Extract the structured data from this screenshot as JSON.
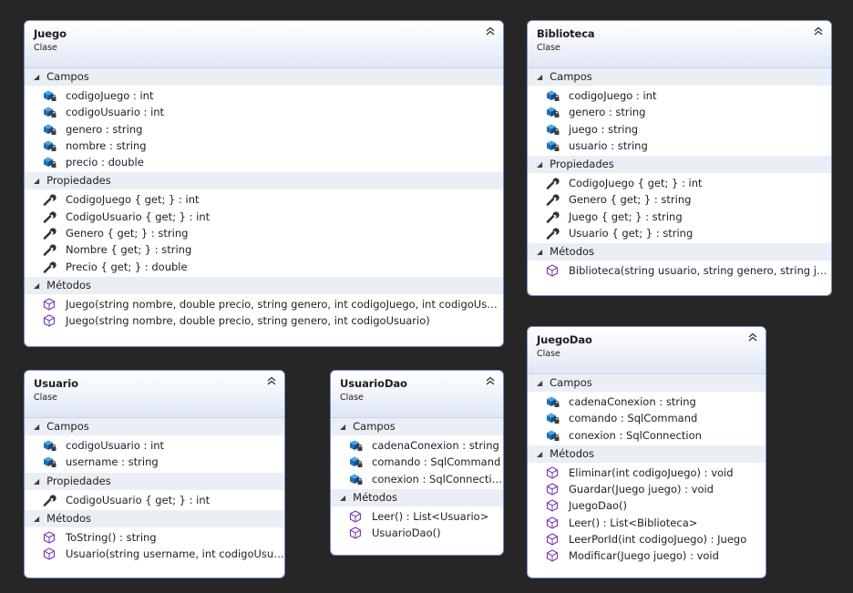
{
  "classes": {
    "juego": {
      "name": "Juego",
      "kind": "Clase",
      "sections": {
        "campos": {
          "label": "Campos",
          "items": [
            "codigoJuego : int",
            "codigoUsuario : int",
            "genero : string",
            "nombre : string",
            "precio : double"
          ]
        },
        "propiedades": {
          "label": "Propiedades",
          "items": [
            "CodigoJuego { get; } : int",
            "CodigoUsuario { get; } : int",
            "Genero { get; } : string",
            "Nombre { get; } : string",
            "Precio { get; } : double"
          ]
        },
        "metodos": {
          "label": "Métodos",
          "items": [
            "Juego(string nombre, double precio, string genero, int codigoJuego, int codigoUsuario)",
            "Juego(string nombre, double precio, string genero, int codigoUsuario)"
          ]
        }
      }
    },
    "biblioteca": {
      "name": "Biblioteca",
      "kind": "Clase",
      "sections": {
        "campos": {
          "label": "Campos",
          "items": [
            "codigoJuego : int",
            "genero : string",
            "juego : string",
            "usuario : string"
          ]
        },
        "propiedades": {
          "label": "Propiedades",
          "items": [
            "CodigoJuego { get; } : int",
            "Genero { get; } : string",
            "Juego { get; } : string",
            "Usuario { get; } : string"
          ]
        },
        "metodos": {
          "label": "Métodos",
          "items": [
            "Biblioteca(string usuario, string genero, string jueg..."
          ]
        }
      }
    },
    "usuario": {
      "name": "Usuario",
      "kind": "Clase",
      "sections": {
        "campos": {
          "label": "Campos",
          "items": [
            "codigoUsuario : int",
            "username : string"
          ]
        },
        "propiedades": {
          "label": "Propiedades",
          "items": [
            "CodigoUsuario { get; } : int"
          ]
        },
        "metodos": {
          "label": "Métodos",
          "items": [
            "ToString() : string",
            "Usuario(string username, int codigoUsuari..."
          ]
        }
      }
    },
    "usuariodao": {
      "name": "UsuarioDao",
      "kind": "Clase",
      "sections": {
        "campos": {
          "label": "Campos",
          "items": [
            "cadenaConexion : string",
            "comando : SqlCommand",
            "conexion : SqlConnection"
          ]
        },
        "metodos": {
          "label": "Métodos",
          "items": [
            "Leer() : List<Usuario>",
            "UsuarioDao()"
          ]
        }
      }
    },
    "juegodao": {
      "name": "JuegoDao",
      "kind": "Clase",
      "sections": {
        "campos": {
          "label": "Campos",
          "items": [
            "cadenaConexion : string",
            "comando : SqlCommand",
            "conexion : SqlConnection"
          ]
        },
        "metodos": {
          "label": "Métodos",
          "items": [
            "Eliminar(int codigoJuego) : void",
            "Guardar(Juego juego) : void",
            "JuegoDao()",
            "Leer() : List<Biblioteca>",
            "LeerPorId(int codigoJuego) : Juego",
            "Modificar(Juego juego) : void"
          ]
        }
      }
    }
  },
  "icons": {
    "collapse": "double-chevron-up-icon",
    "expand_triangle": "triangle-expanded-icon",
    "field": "private-field-icon",
    "property": "wrench-property-icon",
    "method": "method-cube-icon"
  },
  "colors": {
    "background": "#262626",
    "border": "#6f8fc9",
    "header_gradient_end": "#dfe7f5",
    "section_band": "#eaeef5",
    "field_icon": "#1b6fb5",
    "method_icon": "#7b3fb3"
  }
}
